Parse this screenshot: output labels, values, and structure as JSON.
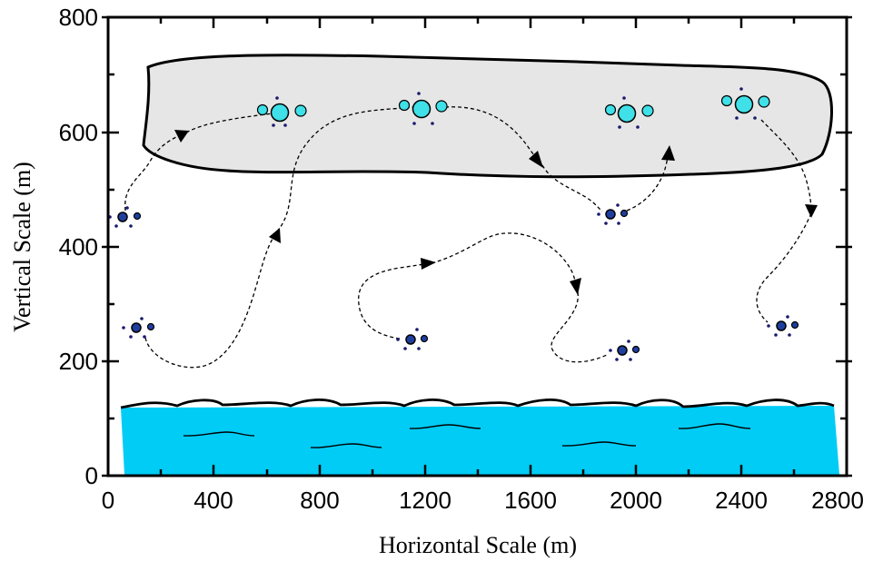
{
  "diagram": {
    "x_axis_title": "Horizontal Scale (m)",
    "y_axis_title": "Vertical Scale (m)",
    "x_ticks": [
      "0",
      "400",
      "800",
      "1200",
      "1600",
      "2000",
      "2400",
      "2800"
    ],
    "y_ticks": [
      "0",
      "200",
      "400",
      "600",
      "800"
    ],
    "colors": {
      "cloud_fill": "#e6e6e6",
      "ocean_fill": "#00ccf5",
      "cloud_droplet": "#3fe0e8",
      "aerosol_particle": "#1f3f9f"
    }
  }
}
